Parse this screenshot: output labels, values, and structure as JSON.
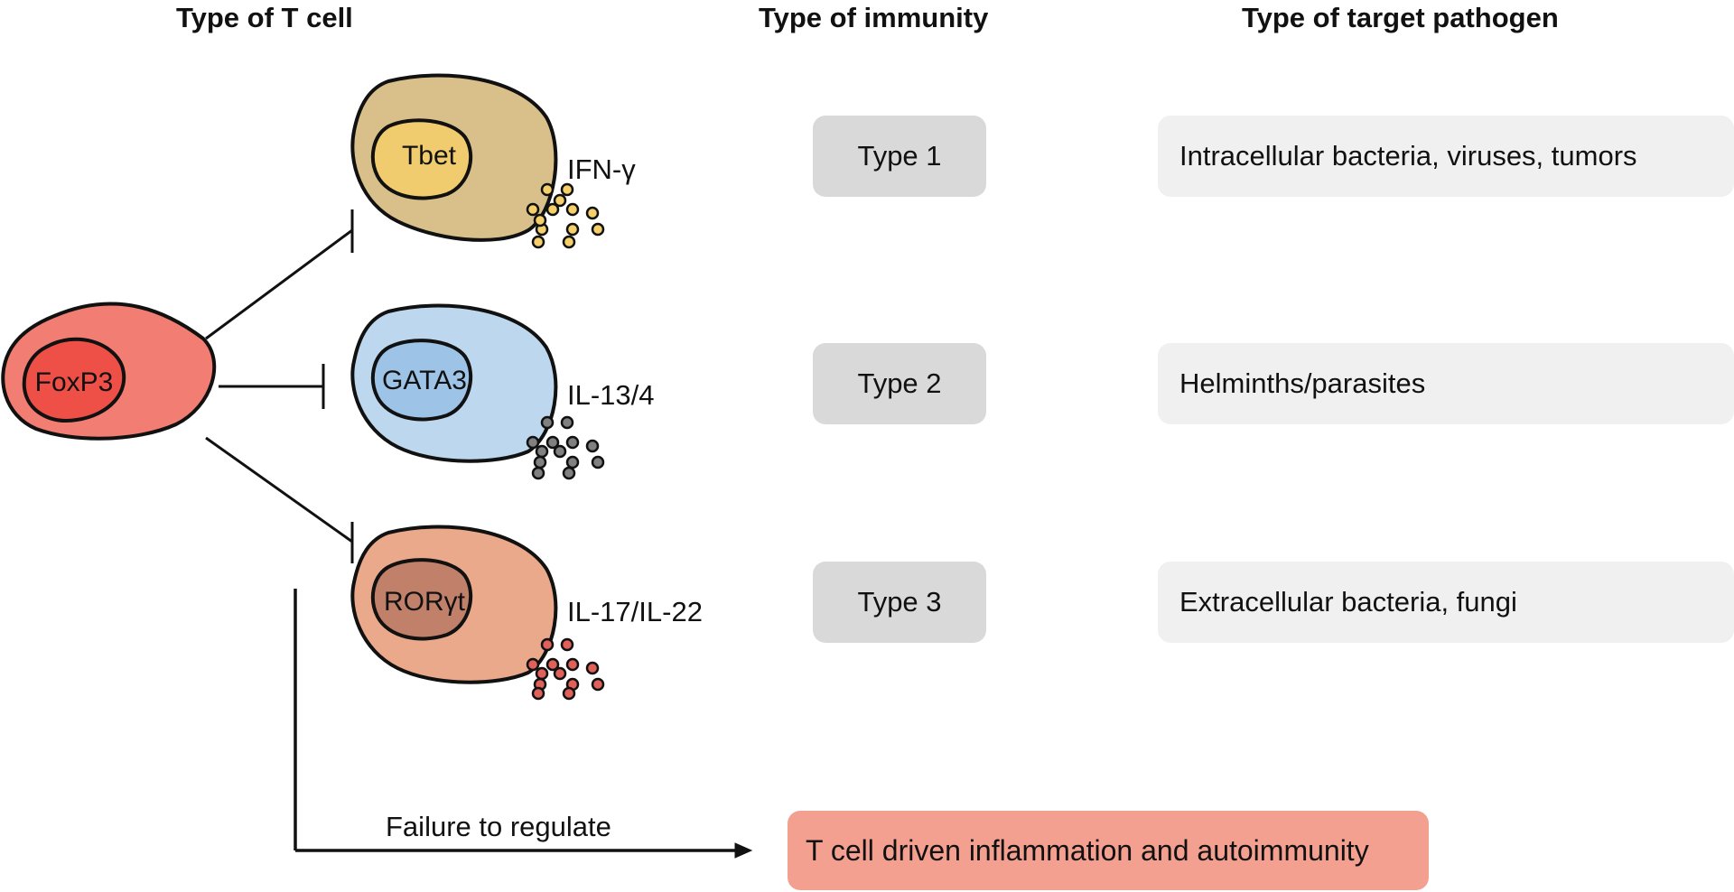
{
  "headers": {
    "t_cell": "Type of T cell",
    "immunity": "Type of immunity",
    "pathogen": "Type of target pathogen"
  },
  "regulator": {
    "transcription_factor": "FoxP3",
    "color": "#f27d72",
    "nucleus_color": "#ee4f47"
  },
  "cells": [
    {
      "transcription_factor": "Tbet",
      "cytokine": "IFN-γ",
      "color": "#d9c08a",
      "nucleus_color": "#f0cc6e",
      "dot_color": "#f5d06a"
    },
    {
      "transcription_factor": "GATA3",
      "cytokine": "IL-13/4",
      "color": "#bdd7ee",
      "nucleus_color": "#9dc3e6",
      "dot_color": "#808080"
    },
    {
      "transcription_factor": "RORγt",
      "cytokine": "IL-17/IL-22",
      "color": "#e9a98a",
      "nucleus_color": "#c0806a",
      "dot_color": "#e0605a"
    }
  ],
  "immunity_types": [
    "Type 1",
    "Type 2",
    "Type 3"
  ],
  "pathogens": [
    "Intracellular bacteria, viruses, tumors",
    "Helminths/parasites",
    "Extracellular bacteria, fungi"
  ],
  "failure_label": "Failure to regulate",
  "outcome": {
    "label": "T cell driven inflammation and autoimmunity",
    "color": "#f4a090"
  }
}
